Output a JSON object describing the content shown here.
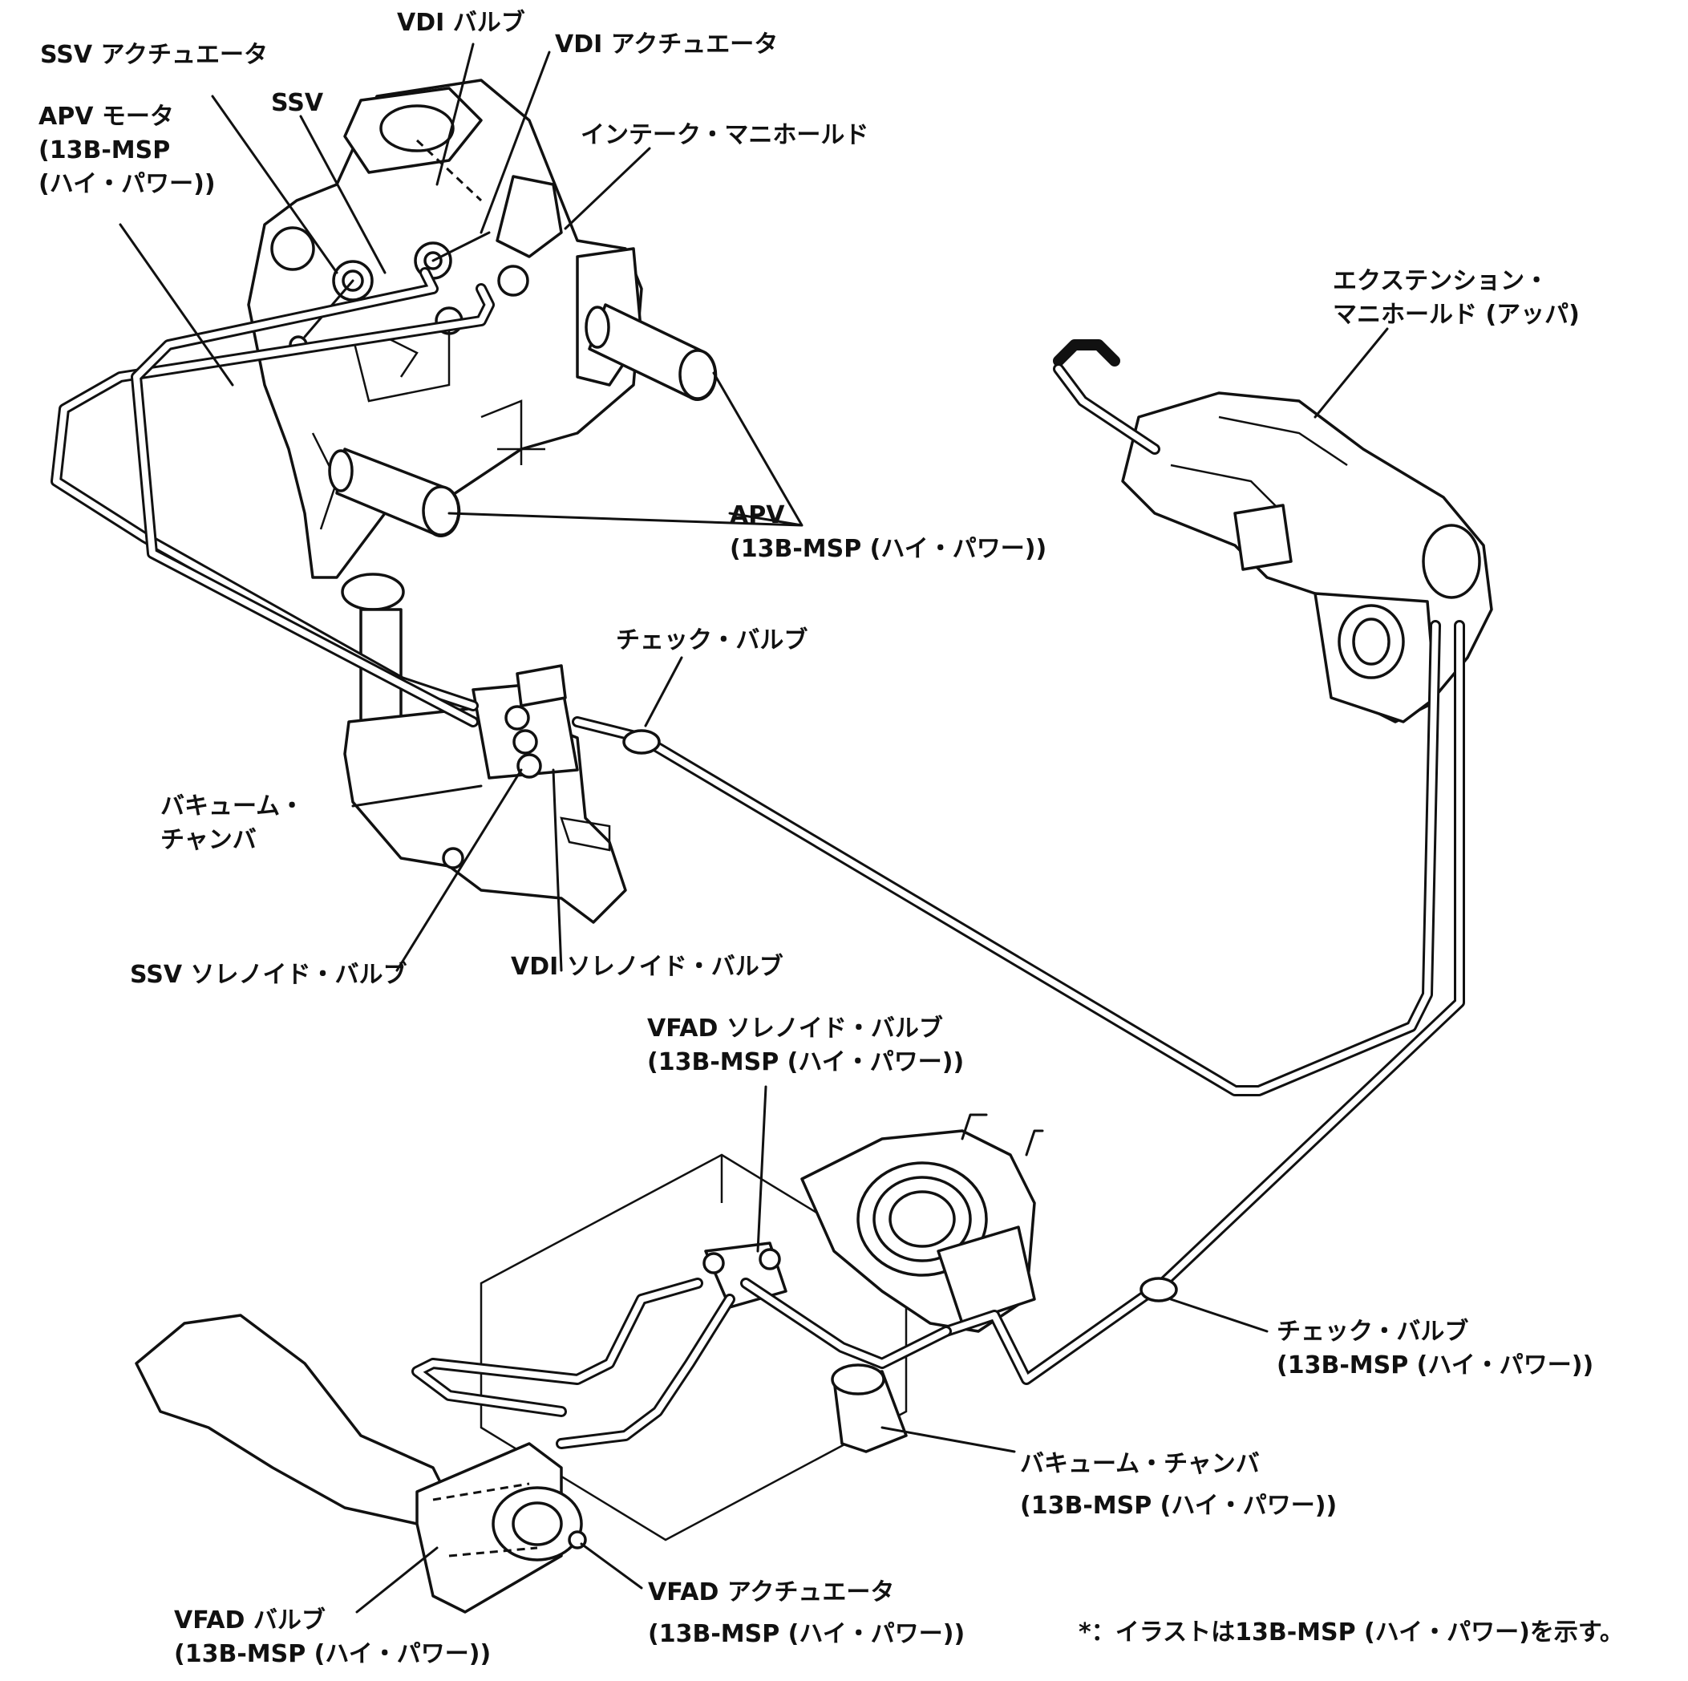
{
  "labels": {
    "vdi_valve": "VDI バルブ",
    "ssv_actuator": "SSV アクチュエータ",
    "vdi_actuator": "VDI アクチュエータ",
    "apv_motor": [
      "APV モータ",
      "(13B-MSP",
      "(ハイ・パワー))"
    ],
    "ssv": "SSV",
    "intake_manifold": "インテーク・マニホールド",
    "extension_manifold": [
      "エクステンション・",
      "マニホールド (アッパ)"
    ],
    "apv": [
      "APV",
      "(13B-MSP (ハイ・パワー))"
    ],
    "check_valve_upper": "チェック・バルブ",
    "vacuum_chamber_upper": [
      "バキューム・",
      "チャンバ"
    ],
    "ssv_solenoid_valve": "SSV ソレノイド・バルブ",
    "vdi_solenoid_valve": "VDI ソレノイド・バルブ",
    "vfad_solenoid_valve": [
      "VFAD ソレノイド・バルブ",
      "(13B-MSP (ハイ・パワー))"
    ],
    "check_valve_lower": [
      "チェック・バルブ",
      "(13B-MSP (ハイ・パワー))"
    ],
    "vacuum_chamber_lower": [
      "バキューム・チャンバ",
      "(13B-MSP (ハイ・パワー))"
    ],
    "vfad_actuator": [
      "VFAD アクチュエータ",
      "(13B-MSP (ハイ・パワー))"
    ],
    "vfad_valve": [
      "VFAD バルブ",
      "(13B-MSP (ハイ・パワー))"
    ]
  },
  "note": "*：イラストは13B-MSP (ハイ・パワー)を示す。"
}
